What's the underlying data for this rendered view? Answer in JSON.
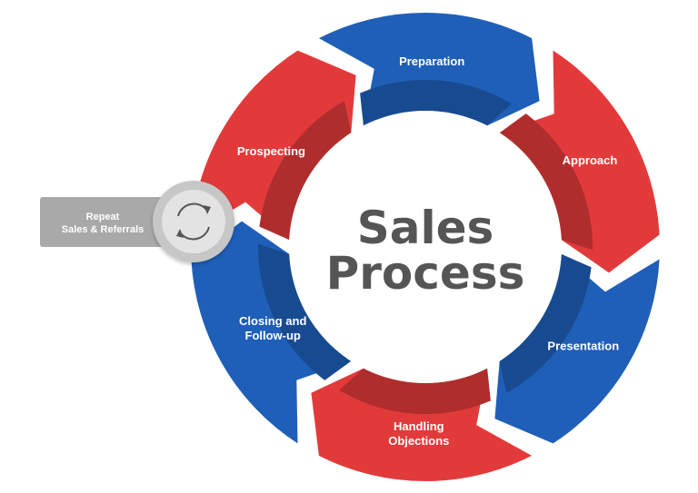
{
  "center": {
    "line1": "Sales",
    "line2": "Process"
  },
  "stages": [
    {
      "label_lines": [
        "Preparation"
      ],
      "color": "#1f5fb8"
    },
    {
      "label_lines": [
        "Approach"
      ],
      "color": "#e23a3a"
    },
    {
      "label_lines": [
        "Presentation"
      ],
      "color": "#1f5fb8"
    },
    {
      "label_lines": [
        "Handling",
        "Objections"
      ],
      "color": "#e23a3a"
    },
    {
      "label_lines": [
        "Closing and",
        "Follow-up"
      ],
      "color": "#1f5fb8"
    },
    {
      "label_lines": [
        "Prospecting"
      ],
      "color": "#e23a3a"
    }
  ],
  "repeat": {
    "line1": "Repeat",
    "line2": "Sales & Referrals"
  },
  "icons": {
    "repeat": "refresh-cycle-icon"
  }
}
